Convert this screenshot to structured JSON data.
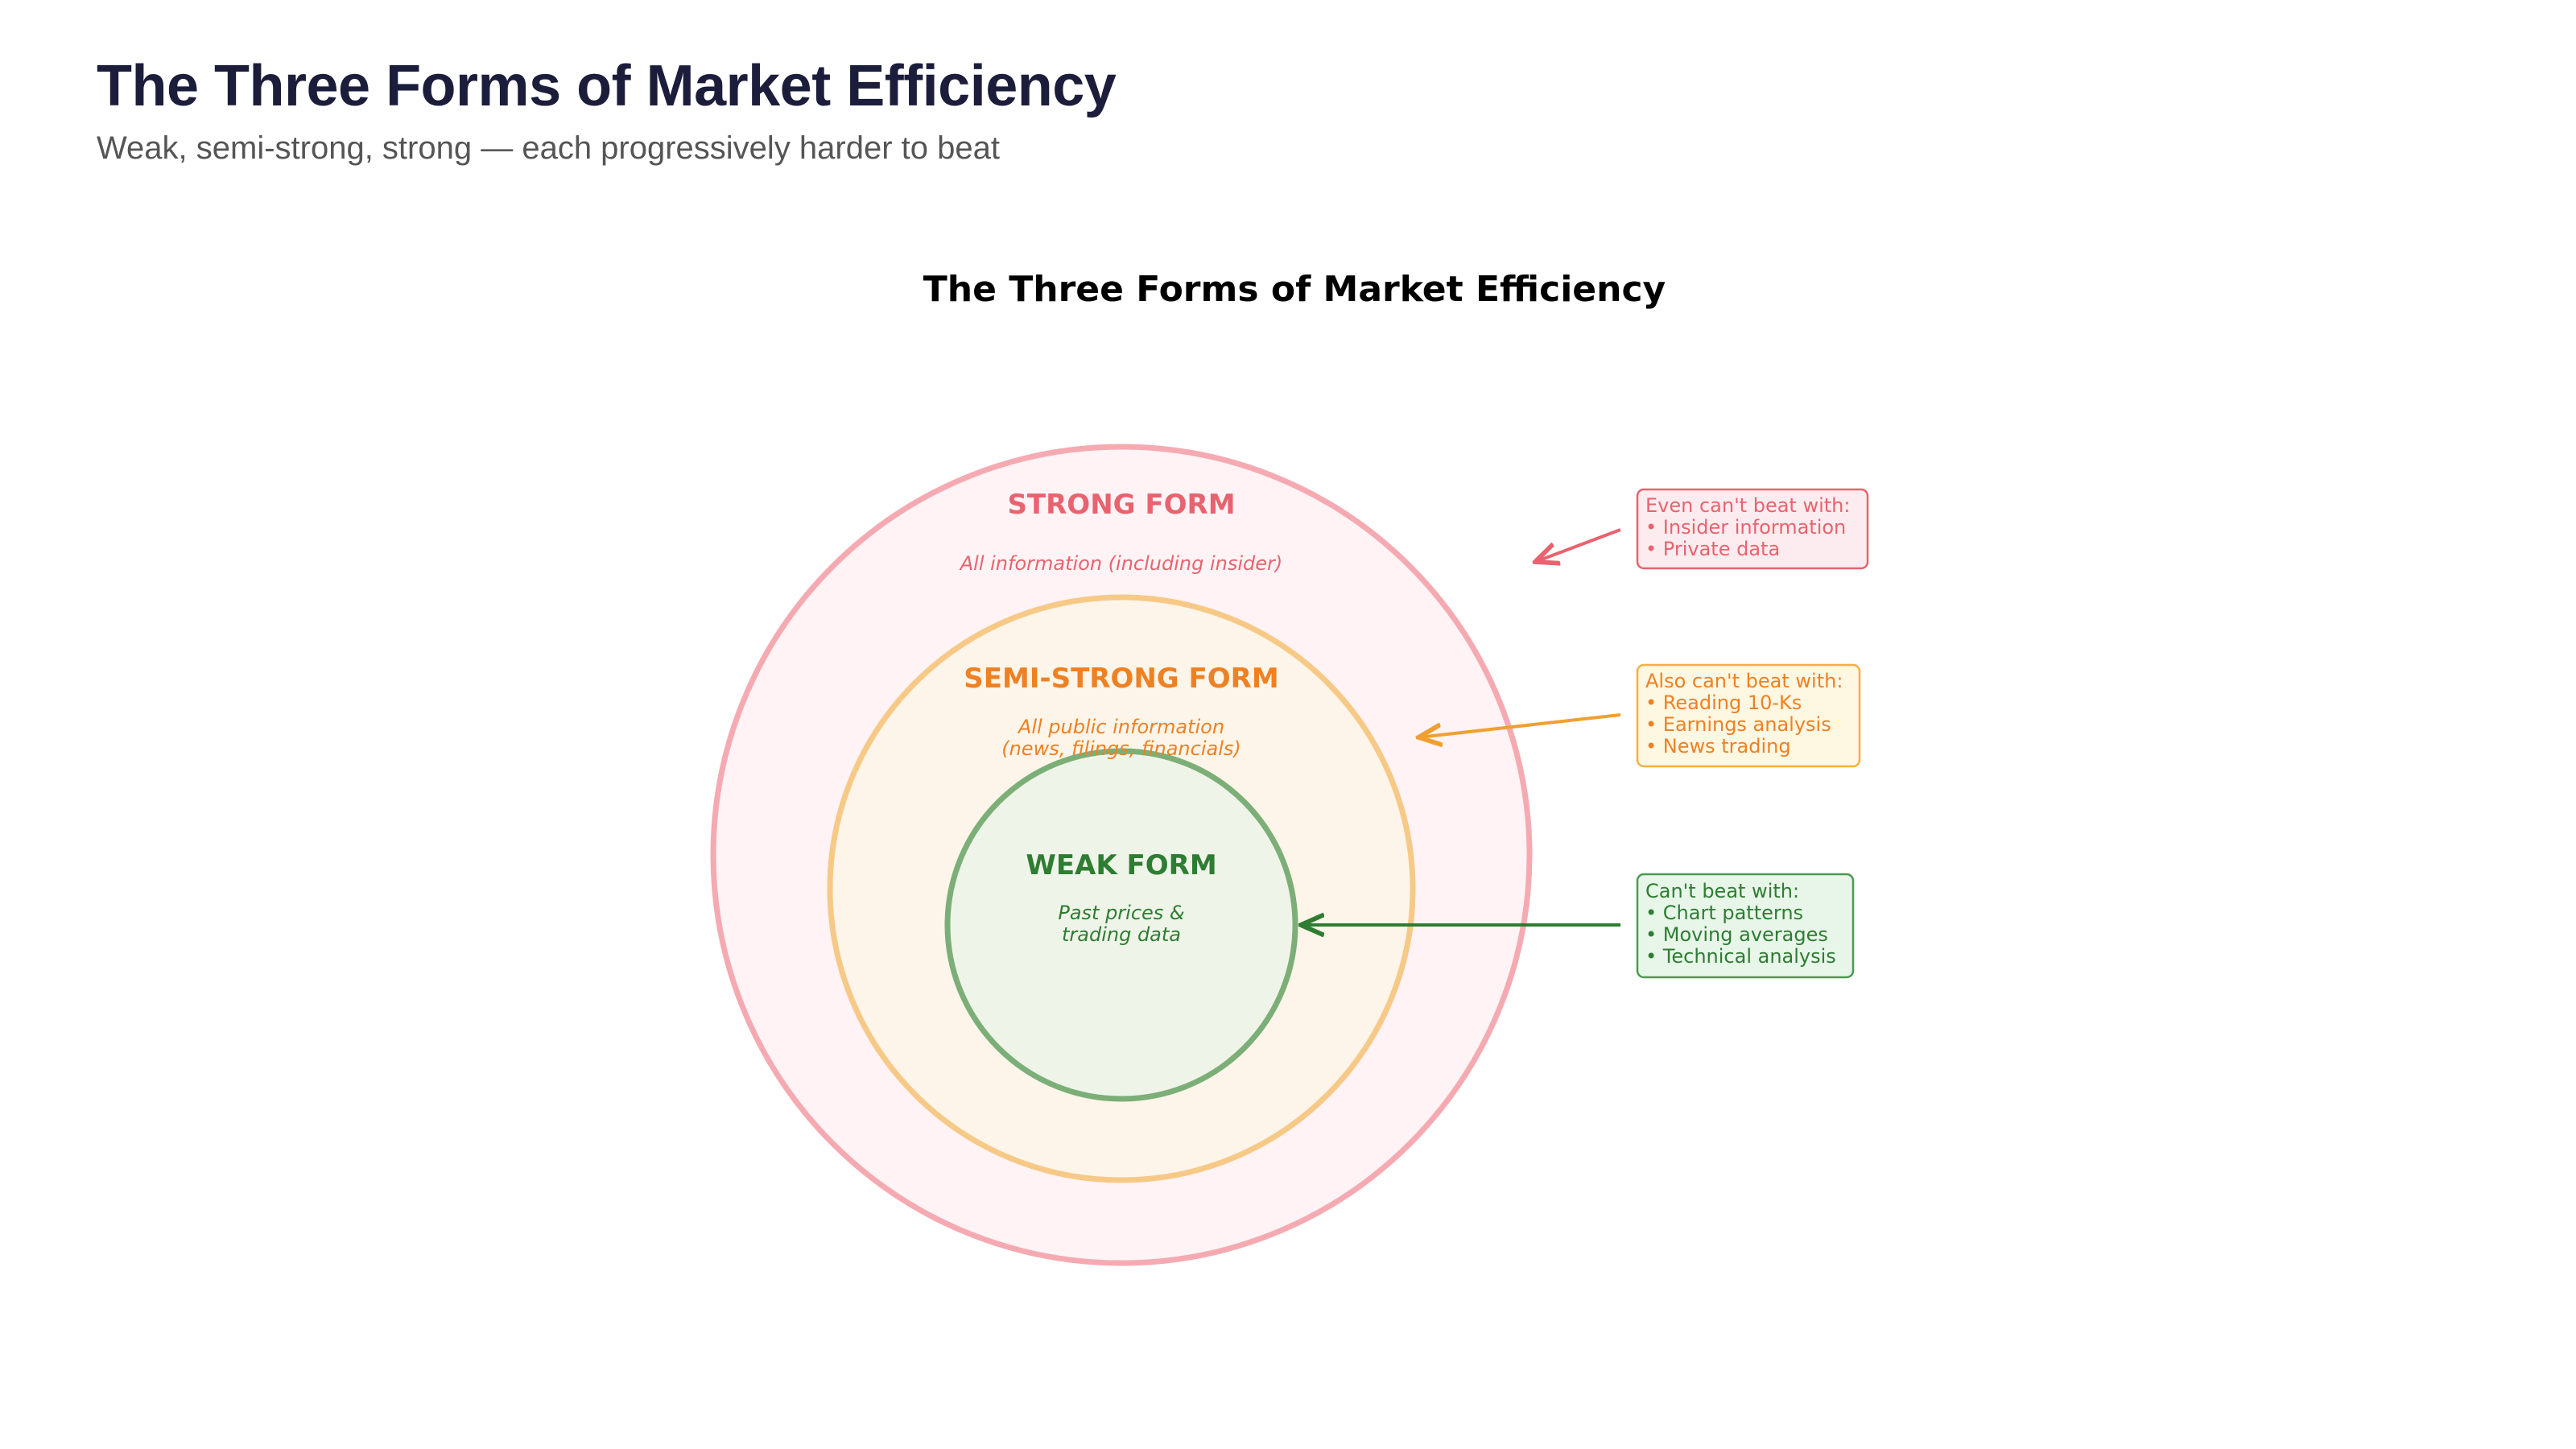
{
  "header": {
    "title": "The Three Forms of Market Efficiency",
    "subtitle": "Weak, semi-strong, strong — each progressively harder to beat"
  },
  "diagram": {
    "title": "The Three Forms of Market Efficiency",
    "rings": {
      "strong": {
        "label": "STRONG FORM",
        "description": "All information (including insider)",
        "color": "#e8636f",
        "fill": "#fff3f5",
        "stroke": "#f5aab2"
      },
      "semi_strong": {
        "label": "SEMI-STRONG FORM",
        "description_line1": "All public information",
        "description_line2": "(news, filings, financials)",
        "color": "#ee8123",
        "fill": "#fdf5e9",
        "stroke": "#f7c987"
      },
      "weak": {
        "label": "WEAK FORM",
        "description_line1": "Past prices &",
        "description_line2": "trading data",
        "color": "#2e7d32",
        "fill": "#eff4e9",
        "stroke": "#7caf78"
      }
    },
    "callouts": {
      "strong": {
        "heading": "Even can't beat with:",
        "items": [
          "• Insider information",
          "• Private data"
        ],
        "color": "#e8636f",
        "fill": "#fdecef",
        "stroke": "#e8636f"
      },
      "semi_strong": {
        "heading": "Also can't beat with:",
        "items": [
          "• Reading 10-Ks",
          "• Earnings analysis",
          "• News trading"
        ],
        "color": "#ee8123",
        "fill": "#fef7e1",
        "stroke": "#f5b041"
      },
      "weak": {
        "heading": "Can't beat with:",
        "items": [
          "• Chart patterns",
          "• Moving averages",
          "• Technical analysis"
        ],
        "color": "#2e7d32",
        "fill": "#e8f5e9",
        "stroke": "#4c9a50"
      }
    }
  }
}
